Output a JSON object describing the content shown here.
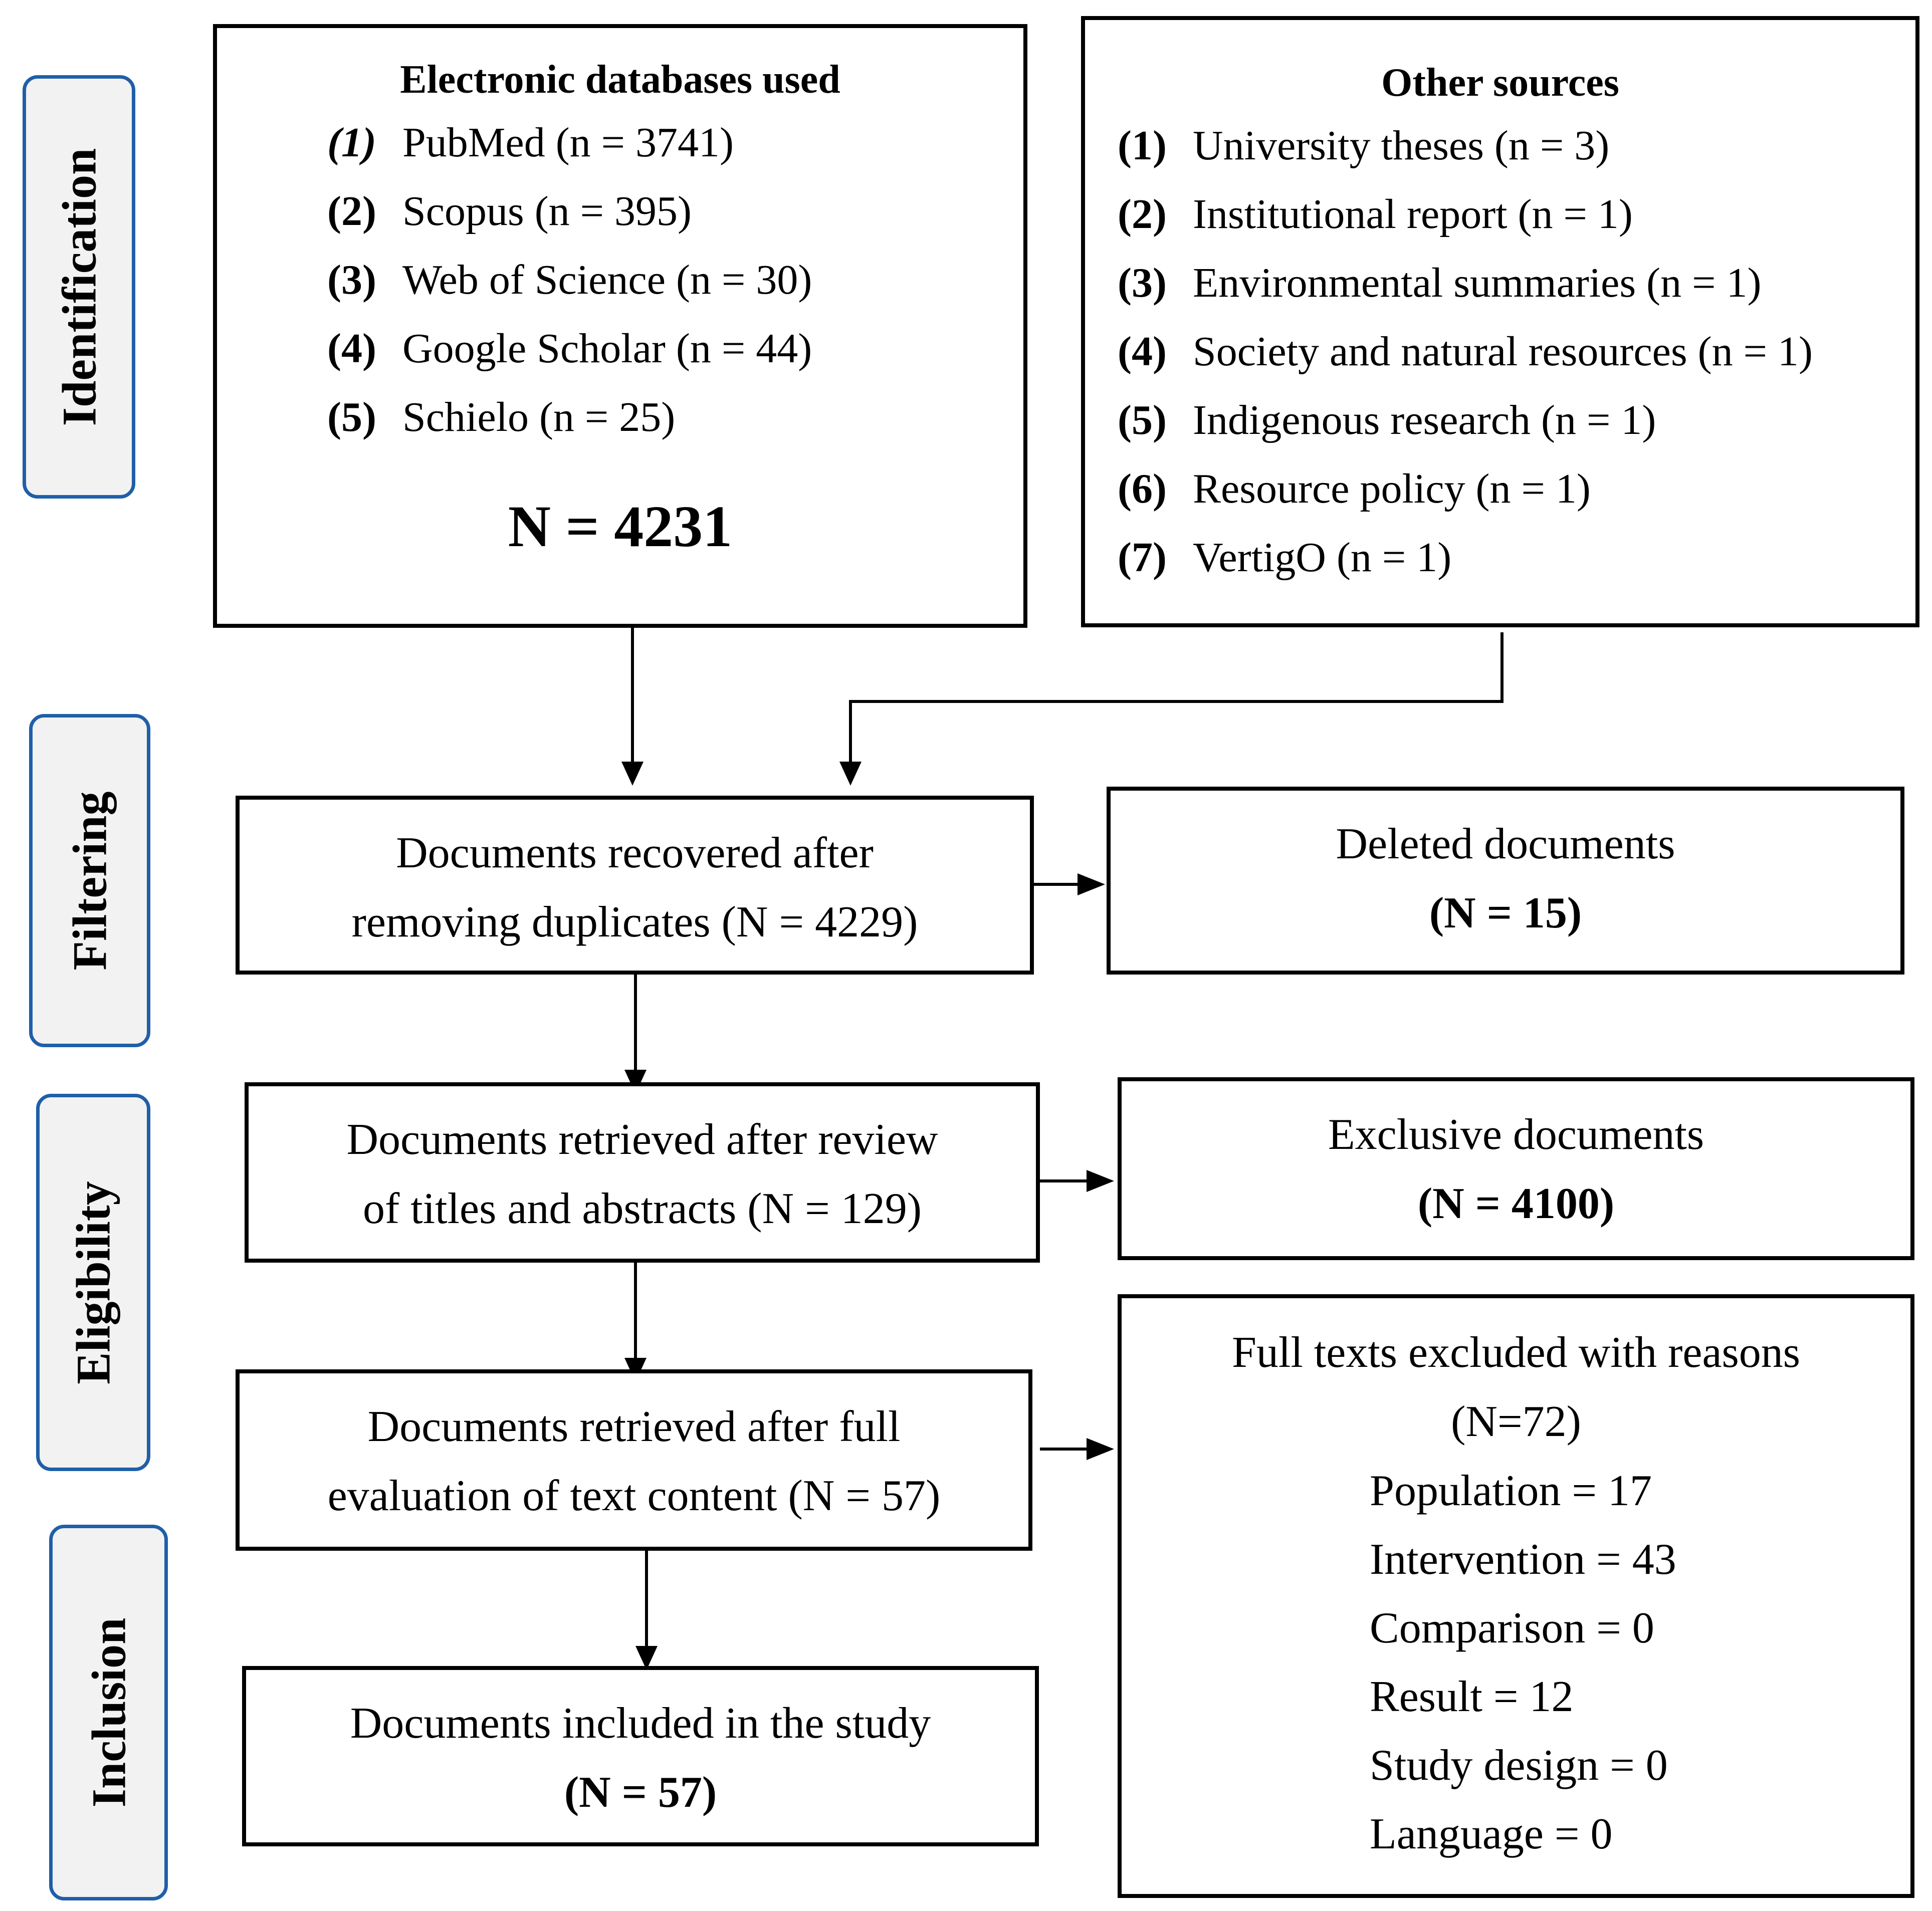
{
  "stages": {
    "identification": "Identification",
    "filtering": "Filtering",
    "eligibility": "Eligibility",
    "inclusion": "Inclusion"
  },
  "databases": {
    "title": "Electronic databases used",
    "items": [
      {
        "num": "(1)",
        "text": "PubMed (n = 3741)"
      },
      {
        "num": "(2)",
        "text": "Scopus (n = 395)"
      },
      {
        "num": "(3)",
        "text": "Web of Science (n = 30)"
      },
      {
        "num": "(4)",
        "text": "Google Scholar (n = 44)"
      },
      {
        "num": "(5)",
        "text": "Schielo (n = 25)"
      }
    ],
    "total": "N = 4231"
  },
  "other_sources": {
    "title": "Other sources",
    "items": [
      {
        "num": "(1)",
        "text": "University theses (n = 3)"
      },
      {
        "num": "(2)",
        "text": "Institutional report (n = 1)"
      },
      {
        "num": "(3)",
        "text": "Environmental summaries (n = 1)"
      },
      {
        "num": "(4)",
        "text": "Society and natural resources (n = 1)"
      },
      {
        "num": "(5)",
        "text": "Indigenous research (n = 1)"
      },
      {
        "num": "(6)",
        "text": "Resource policy (n = 1)"
      },
      {
        "num": "(7)",
        "text": "VertigO (n = 1)"
      }
    ]
  },
  "recovered": {
    "line1": "Documents recovered after",
    "line2": "removing duplicates (N = 4229)"
  },
  "deleted": {
    "line1": "Deleted documents",
    "line2": "(N = 15)"
  },
  "retrieved_titles": {
    "line1": "Documents retrieved after review",
    "line2": "of titles and abstracts (N = 129)"
  },
  "exclusive": {
    "line1": "Exclusive documents",
    "line2": "(N = 4100)"
  },
  "retrieved_full": {
    "line1": "Documents retrieved after full",
    "line2": "evaluation of text content (N = 57)"
  },
  "excluded": {
    "line1": "Full texts excluded with reasons",
    "line2": "(N=72)",
    "reasons": [
      "Population = 17",
      "Intervention = 43",
      "Comparison = 0",
      "Result = 12",
      "Study design = 0",
      "Language = 0"
    ]
  },
  "included": {
    "line1": "Documents included in the study",
    "line2": "(N = 57)"
  }
}
